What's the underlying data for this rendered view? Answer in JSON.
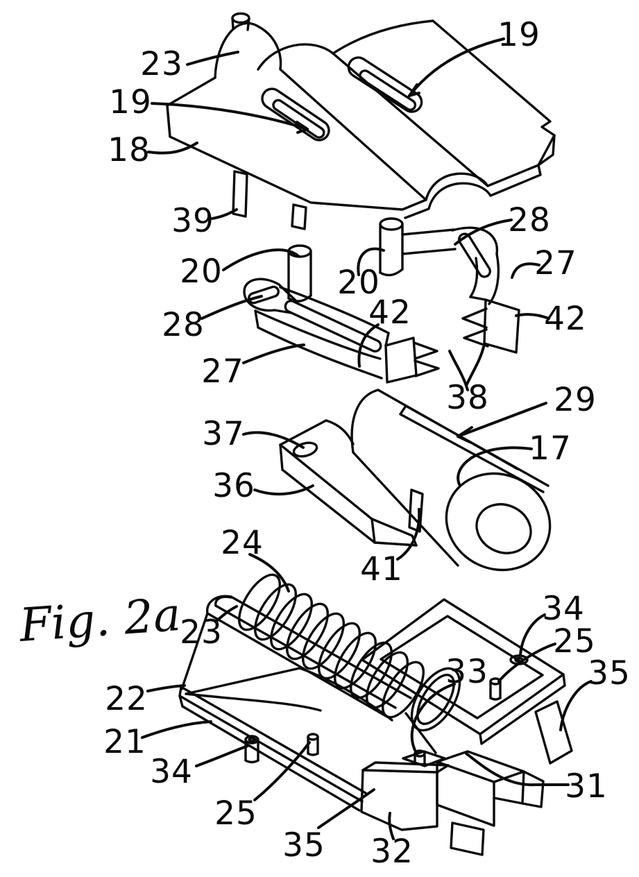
{
  "figure": {
    "caption": "Fig. 2a",
    "ink_color": "#0a0a0a",
    "background_color": "#ffffff",
    "description_labels_note": "hand-drawn exploded-view patent figure with numbered part references"
  },
  "labels": [
    {
      "id": "23-top",
      "text": "23"
    },
    {
      "id": "19-left",
      "text": "19"
    },
    {
      "id": "18",
      "text": "18"
    },
    {
      "id": "39",
      "text": "39"
    },
    {
      "id": "19-right",
      "text": "19"
    },
    {
      "id": "20-left",
      "text": "20"
    },
    {
      "id": "20-right",
      "text": "20"
    },
    {
      "id": "28-left",
      "text": "28"
    },
    {
      "id": "27-left",
      "text": "27"
    },
    {
      "id": "28-right",
      "text": "28"
    },
    {
      "id": "27-right",
      "text": "27"
    },
    {
      "id": "42-center",
      "text": "42"
    },
    {
      "id": "42-right",
      "text": "42"
    },
    {
      "id": "38",
      "text": "38"
    },
    {
      "id": "29",
      "text": "29"
    },
    {
      "id": "17",
      "text": "17"
    },
    {
      "id": "37",
      "text": "37"
    },
    {
      "id": "36",
      "text": "36"
    },
    {
      "id": "41",
      "text": "41"
    },
    {
      "id": "24",
      "text": "24"
    },
    {
      "id": "23-bottom",
      "text": "23"
    },
    {
      "id": "22",
      "text": "22"
    },
    {
      "id": "21",
      "text": "21"
    },
    {
      "id": "34-left",
      "text": "34"
    },
    {
      "id": "25-left",
      "text": "25"
    },
    {
      "id": "35-bottom",
      "text": "35"
    },
    {
      "id": "32",
      "text": "32"
    },
    {
      "id": "33",
      "text": "33"
    },
    {
      "id": "34-right",
      "text": "34"
    },
    {
      "id": "25-right",
      "text": "25"
    },
    {
      "id": "35-right",
      "text": "35"
    },
    {
      "id": "31",
      "text": "31"
    }
  ]
}
